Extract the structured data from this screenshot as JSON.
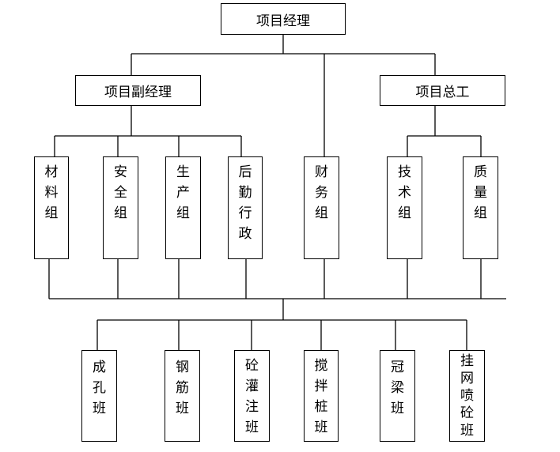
{
  "top": {
    "label": "项目经理"
  },
  "second": [
    {
      "id": "deputy",
      "label": "项目副经理"
    },
    {
      "id": "chief",
      "label": "项目总工"
    }
  ],
  "groups": [
    {
      "id": "materials",
      "chars": [
        "材",
        "料",
        "组"
      ]
    },
    {
      "id": "safety",
      "chars": [
        "安",
        "全",
        "组"
      ]
    },
    {
      "id": "production",
      "chars": [
        "生",
        "产",
        "组"
      ]
    },
    {
      "id": "logistics",
      "chars": [
        "后",
        "勤",
        "行",
        "政"
      ]
    },
    {
      "id": "finance",
      "chars": [
        "财",
        "务",
        "组"
      ]
    },
    {
      "id": "technical",
      "chars": [
        "技",
        "术",
        "组"
      ]
    },
    {
      "id": "quality",
      "chars": [
        "质",
        "量",
        "组"
      ]
    }
  ],
  "teams": [
    {
      "id": "boring",
      "chars": [
        "成",
        "孔",
        "班"
      ]
    },
    {
      "id": "rebar",
      "chars": [
        "钢",
        "筋",
        "班"
      ]
    },
    {
      "id": "concrete-pour",
      "chars": [
        "砼",
        "灌",
        "注",
        "班"
      ]
    },
    {
      "id": "mixing-pile",
      "chars": [
        "搅",
        "拌",
        "桩",
        "班"
      ]
    },
    {
      "id": "crown-beam",
      "chars": [
        "冠",
        "梁",
        "班"
      ]
    },
    {
      "id": "shotcrete",
      "chars": [
        "挂",
        "网",
        "喷",
        "砼",
        "班"
      ]
    }
  ]
}
